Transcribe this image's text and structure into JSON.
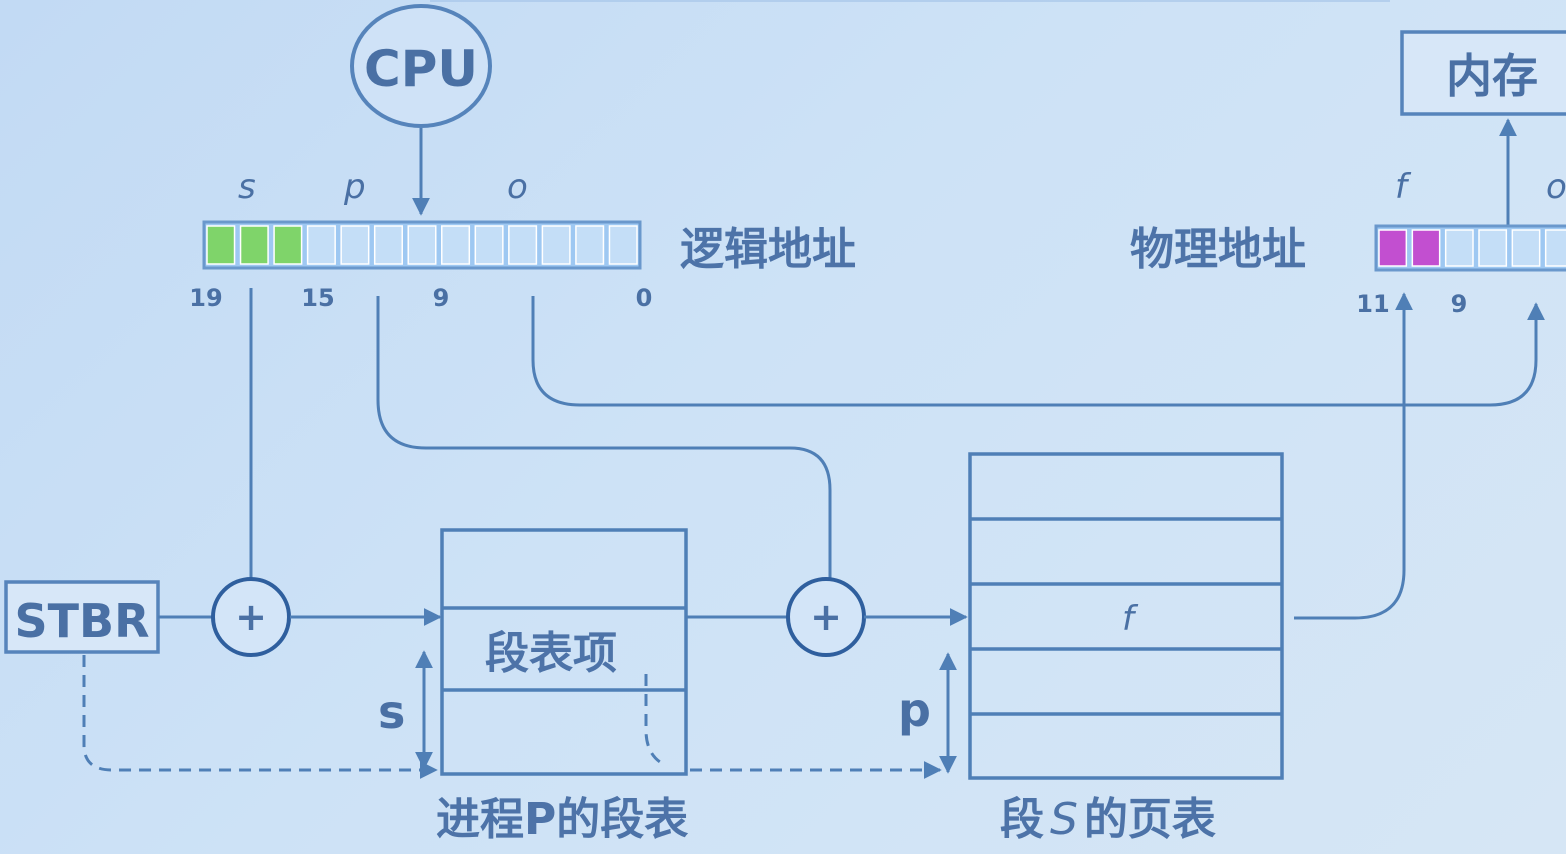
{
  "cpu_label": "CPU",
  "memory_label": "内存",
  "logical_address": {
    "label": "逻辑地址",
    "field_s": "s",
    "field_p": "p",
    "field_o": "o",
    "bits": [
      "19",
      "15",
      "9",
      "0"
    ],
    "cells_total": 13,
    "cells_highlighted": 3,
    "highlight_color": "#7fd46a"
  },
  "physical_address": {
    "label": "物理地址",
    "field_f": "f",
    "field_o": "o",
    "bits": [
      "11",
      "9"
    ],
    "highlight_color": "#c24fd0"
  },
  "stbr_label": "STBR",
  "adder_symbol": "+",
  "segment_table": {
    "entry_label": "段表项",
    "offset_label": "s",
    "caption": "进程P的段表"
  },
  "page_table": {
    "entry_label": "f",
    "offset_label": "p",
    "caption_prefix": "段",
    "caption_var": "S",
    "caption_suffix": "的页表"
  }
}
